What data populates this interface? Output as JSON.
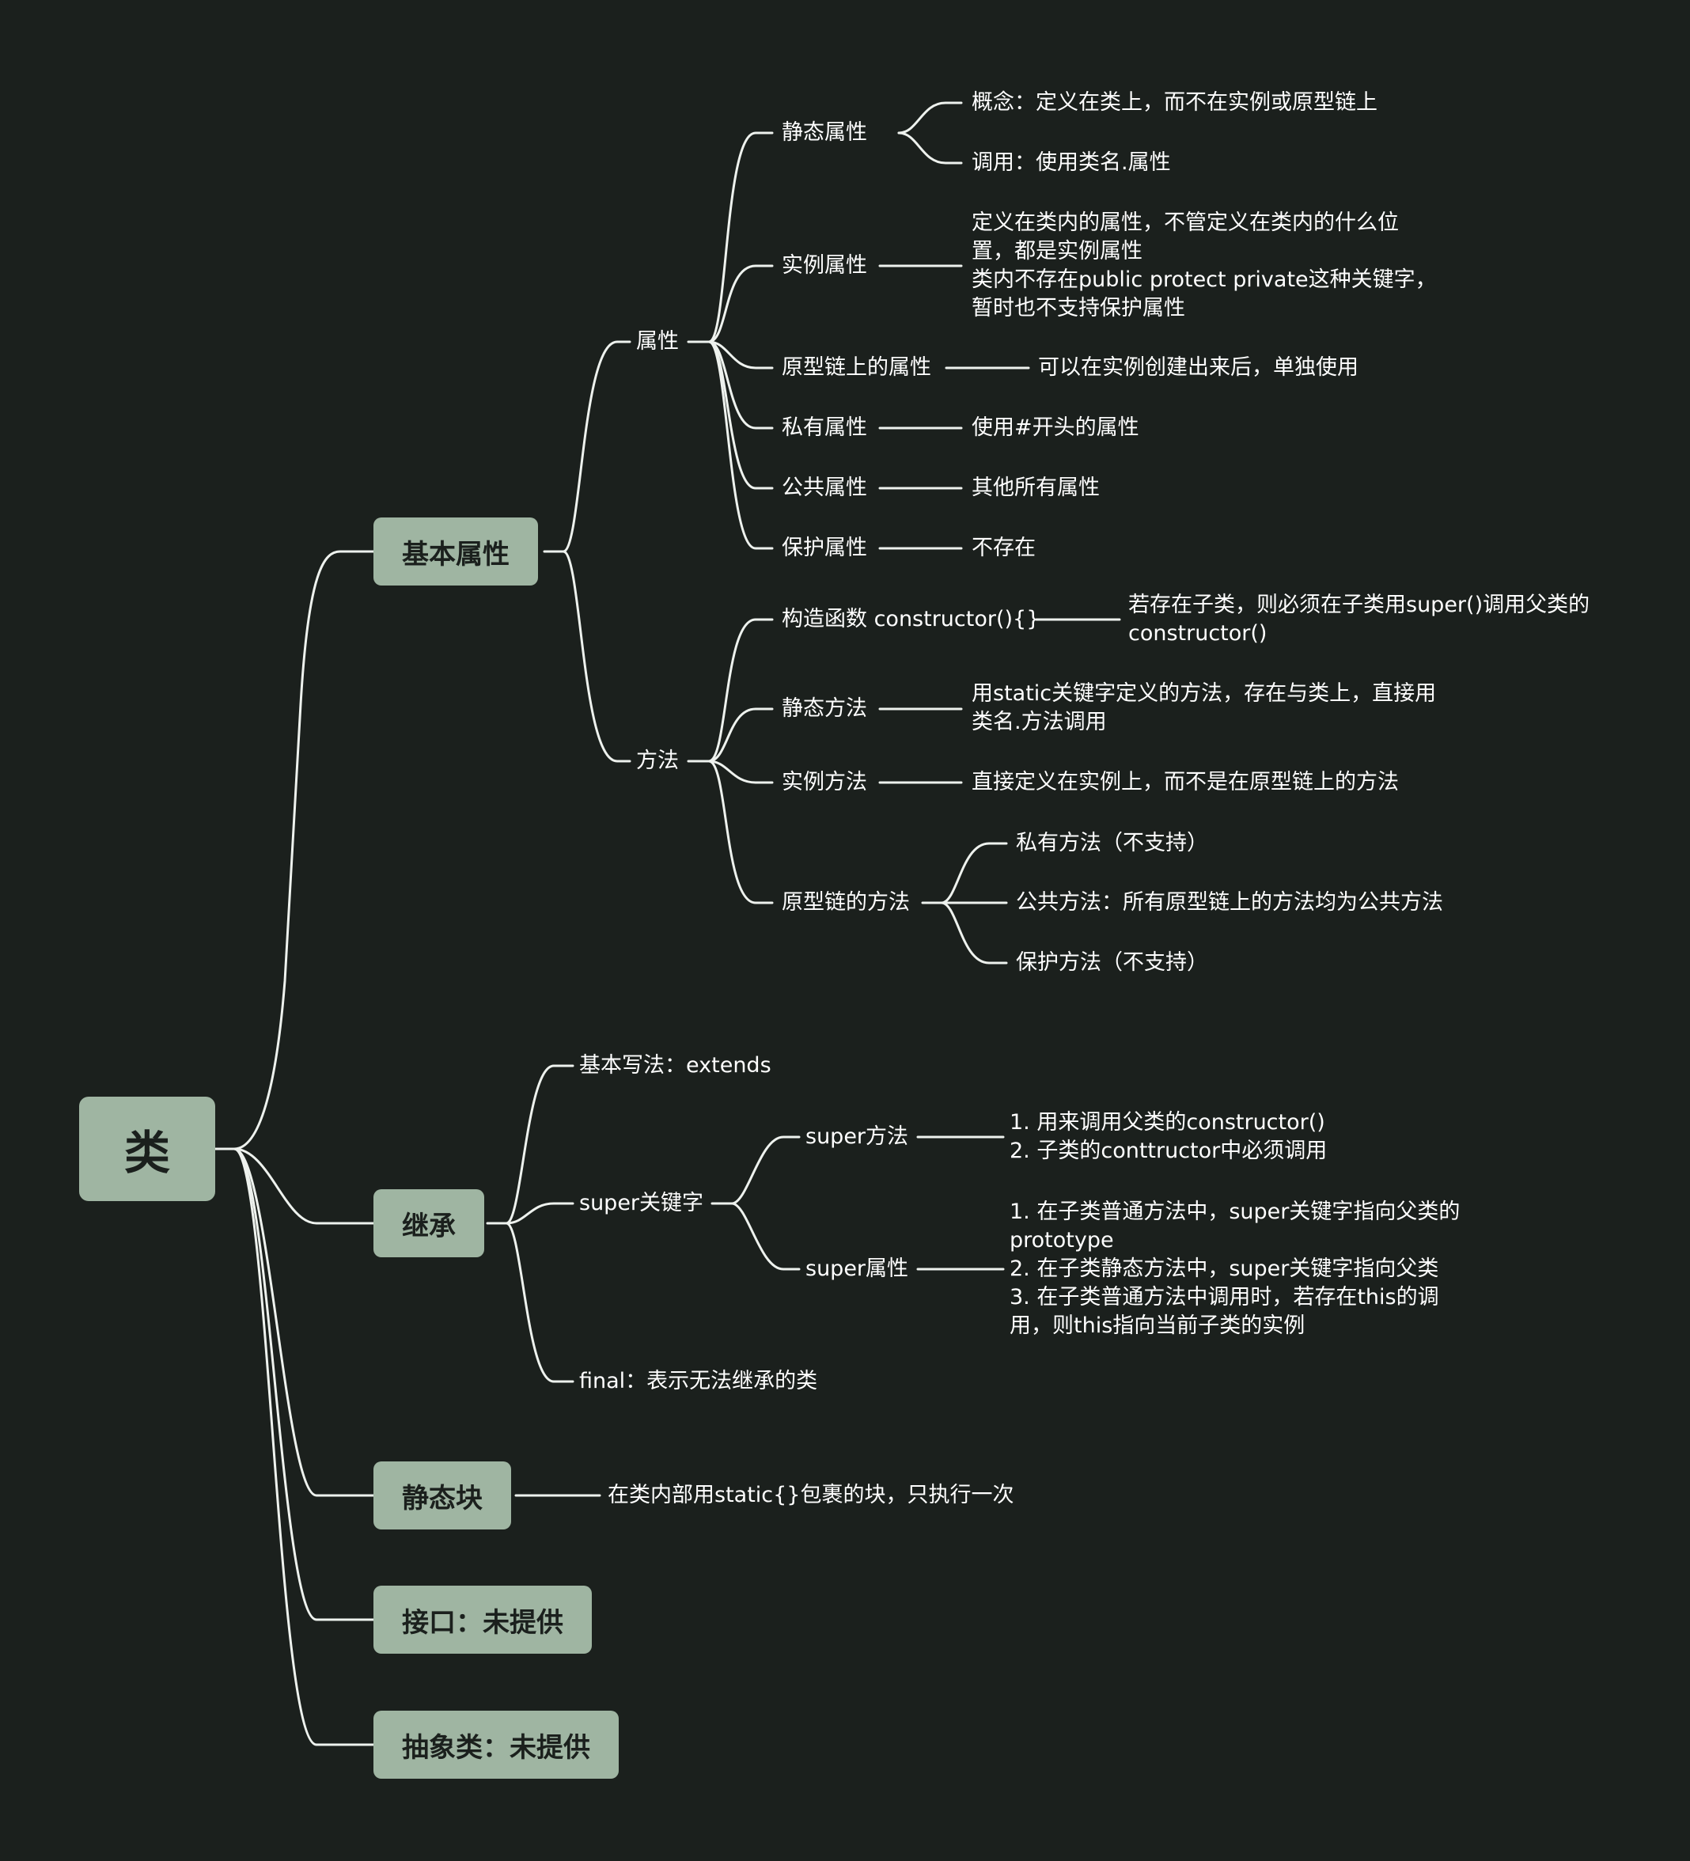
{
  "root": "类",
  "basic": {
    "label": "基本属性",
    "props": {
      "label": "属性",
      "static": {
        "label": "静态属性",
        "concept": "概念：定义在类上，而不在实例或原型链上",
        "call": "调用：使用类名.属性"
      },
      "instance": {
        "label": "实例属性",
        "desc": [
          "定义在类内的属性，不管定义在类内的什么位",
          "置，都是实例属性",
          "类内不存在public protect private这种关键字，",
          "暂时也不支持保护属性"
        ]
      },
      "proto": {
        "label": "原型链上的属性",
        "desc": "可以在实例创建出来后，单独使用"
      },
      "private": {
        "label": "私有属性",
        "desc": "使用#开头的属性"
      },
      "public": {
        "label": "公共属性",
        "desc": "其他所有属性"
      },
      "protected": {
        "label": "保护属性",
        "desc": "不存在"
      }
    },
    "methods": {
      "label": "方法",
      "ctor": {
        "label": "构造函数 constructor(){}",
        "desc": [
          "若存在子类，则必须在子类用super()调用父类的",
          "constructor()"
        ]
      },
      "static": {
        "label": "静态方法",
        "desc": [
          "用static关键字定义的方法，存在与类上，直接用",
          "类名.方法调用"
        ]
      },
      "instance": {
        "label": "实例方法",
        "desc": "直接定义在实例上，而不是在原型链上的方法"
      },
      "proto": {
        "label": "原型链的方法",
        "private": "私有方法（不支持）",
        "public": "公共方法：所有原型链上的方法均为公共方法",
        "protected": "保护方法（不支持）"
      }
    }
  },
  "inherit": {
    "label": "继承",
    "basic": "基本写法：extends",
    "super": {
      "label": "super关键字",
      "method": {
        "label": "super方法",
        "desc": [
          "1.  用来调用父类的constructor()",
          "2. 子类的conttructor中必须调用"
        ]
      },
      "prop": {
        "label": "super属性",
        "desc": [
          "1. 在子类普通方法中，super关键字指向父类的",
          "prototype",
          "2. 在子类静态方法中，super关键字指向父类",
          "3. 在子类普通方法中调用时，若存在this的调",
          "用，则this指向当前子类的实例"
        ]
      }
    },
    "final": "final：表示无法继承的类"
  },
  "static_block": {
    "label": "静态块",
    "desc": "在类内部用static{}包裹的块，只执行一次"
  },
  "interface": {
    "label": "接口：未提供"
  },
  "abstract": {
    "label": "抽象类：未提供"
  }
}
